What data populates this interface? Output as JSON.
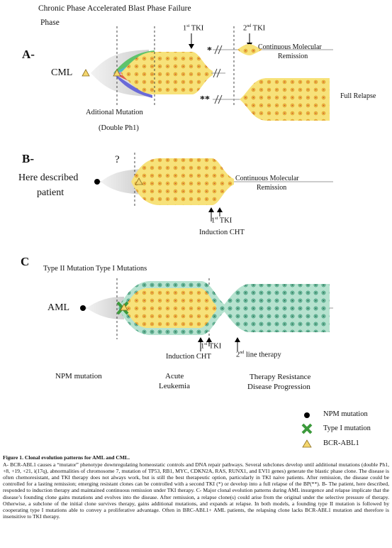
{
  "header": {
    "phases_line": "Chronic Phase Accelerated Blast Phase Failure",
    "phase_word": "Phase"
  },
  "panel_a": {
    "letter": "A-",
    "disease": "CML",
    "tki1_pre": "1",
    "tki1_sup": "st",
    "tki1_post": " TKI",
    "tki2_pre": "2",
    "tki2_sup": "nd",
    "tki2_post": " TKI",
    "star_single": "*",
    "star_double": "**",
    "outcome_cmr": "Continuous Molecular",
    "outcome_cmr_2": "Remission",
    "outcome_relapse": "Full Relapse",
    "mutation_label": "Aditional Mutation",
    "mutation_sub": "(Double Ph1)"
  },
  "panel_b": {
    "letter": "B-",
    "question": "?",
    "patient_1": "Here described",
    "patient_2": "patient",
    "outcome_cmr": "Continuous Molecular",
    "outcome_cmr_2": "Remission",
    "tki_pre": "1",
    "tki_sup": "st",
    "tki_post": " TKI",
    "induction": "Induction CHT"
  },
  "panel_c": {
    "letter": "C",
    "mutation_types": "Type II Mutation Type I Mutations",
    "disease": "AML",
    "tki_pre": "1",
    "tki_sup": "st",
    "tki_post": " TKI",
    "induction": "Induction CHT",
    "second_line_pre": "2",
    "second_line_sup": "nd",
    "second_line_post": " line therapy",
    "stage1": "NPM mutation",
    "stage2_1": "Acute",
    "stage2_2": "Leukemia",
    "stage3_1": "Therapy Resistance",
    "stage3_2": "Disease Progression"
  },
  "legend": [
    {
      "label": "NPM mutation",
      "icon": "black-dot-icon"
    },
    {
      "label": "Type I mutation",
      "icon": "green-x-icon"
    },
    {
      "label": "BCR-ABL1",
      "icon": "yellow-triangle-icon"
    }
  ],
  "colors": {
    "clone_fill": "#f7e27a",
    "cell_dot": "#e8a020",
    "green_clone": "#a9dbc8",
    "green_dot": "#2e8b6f",
    "gray_fill": "#dcdcdc"
  },
  "caption": {
    "title": "Figure 1. Clonal evolution patterns for AML and CML.",
    "body": "A- BCR-ABL1 causes a “mutator” phenotype downregulating homeostatic controls and DNA repair pathways. Several subclones develop until additional mutations (double Ph1, +8, +19, +21, i(17q), abnormalities of chromosome 7, mutation of TP53, RB1, MYC, CDKN2A, RAS, RUNX1, and EVI1 genes) generate the blastic phase clone. The disease is often chemoresistant, and TKI therapy does not always work, but is still the best therapeutic option, particularly in TKI naive patients. After remission, the disease could be controlled for a lasting remission; emerging resistant clones can be controlled with a second TKI (*) or develop into a full relapse of the BP(**). B- The patient, here described, responded to induction therapy and maintained continuous remission under TKI therapy. C- Major clonal evolution patterns during AML insurgence and relapse implicate that the disease’s founding clone gains mutations and evolves into the disease. After remission, a relapse clone(s) could arise from the original under the selective pressure of therapy. Otherwise, a subclone of the initial clone survives therapy, gains additional mutations, and expands at relapse. In both models, a founding type II mutation is followed by cooperating type I mutations able to convey a proliferative advantage. Often in BRC-ABL1+ AML patients, the relapsing clone lacks BCR-ABL1 mutation and therefore is insensitive to TKI therapy."
  }
}
